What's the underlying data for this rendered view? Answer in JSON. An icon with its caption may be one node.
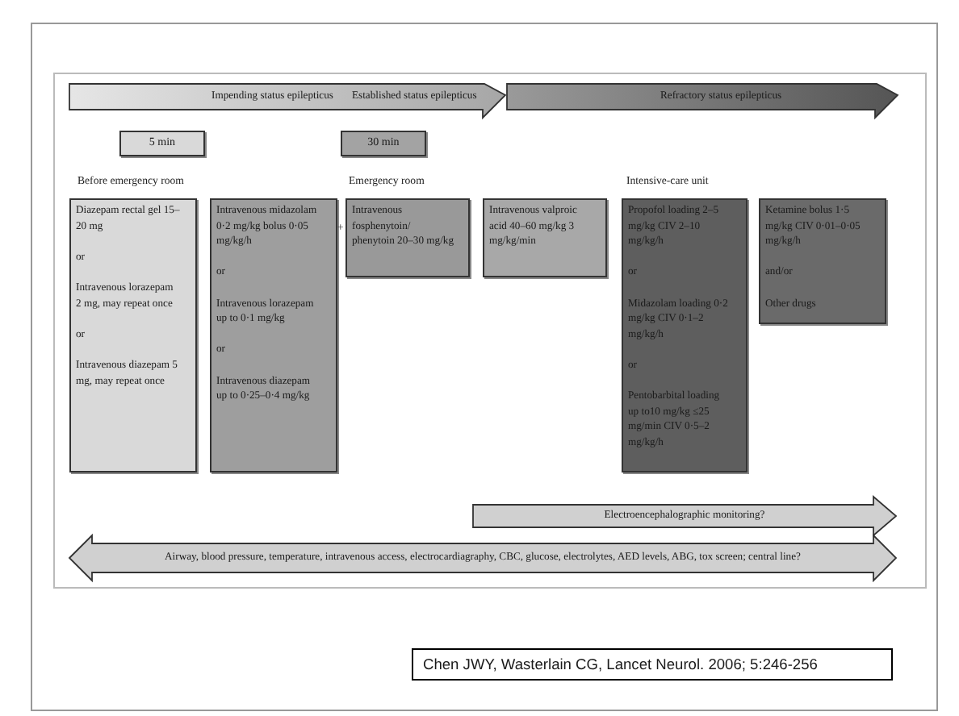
{
  "diagram": {
    "nodes": [
      {
        "text": [
          "Impending status epilepticus",
          "Established status epilepticus"
        ]
      },
      {
        "text": [
          "Refractory status epilepticus"
        ]
      },
      {
        "text": [
          "5 min"
        ]
      },
      {
        "text": [
          "30 min"
        ]
      },
      {
        "text": [
          "Diazepam rectal gel 15–20 mg",
          "or",
          "Intravenous lorazepam 2 mg, may repeat once",
          "or",
          "Intravenous diazepam 5 mg, may repeat once"
        ]
      },
      {
        "text": [
          "Intravenous midazolam 0·2 mg/kg bolus 0·05 mg/kg/h",
          "or",
          "Intravenous lorazepam up to 0·1 mg/kg",
          "or",
          "Intravenous diazepam up to 0·25–0·4 mg/kg"
        ]
      },
      {
        "text": [
          "Intravenous fosphenytoin/ phenytoin 20–30 mg/kg"
        ]
      },
      {
        "text": [
          "Intravenous valproic acid 40–60 mg/kg 3 mg/kg/min"
        ]
      },
      {
        "text": [
          "Propofol loading 2–5 mg/kg CIV 2–10 mg/kg/h",
          "or",
          "Midazolam loading 0·2 mg/kg CIV 0·1–2 mg/kg/h",
          "or",
          "Pentobarbital loading up to10 mg/kg ≤25 mg/min CIV 0·5–2 mg/kg/h"
        ]
      },
      {
        "text": [
          "Ketamine bolus 1·5 mg/kg CIV 0·01–0·05 mg/kg/h",
          "and/or",
          "Other drugs"
        ]
      },
      {
        "text": [
          "Electroencephalographic monitoring?"
        ]
      },
      {
        "text": [
          "Airway, blood pressure, temperature, intravenous access, electrocardiagraphy, CBC, glucose, electrolytes, AED levels, ABG, tox screen; central line?"
        ]
      },
      {
        "text": [
          "Chen JWY, Wasterlain CG, Lancet Neurol. 2006; 5:246-256"
        ]
      }
    ],
    "labels": [
      "Before emergency room",
      "Emergency room",
      "Intensive-care unit",
      "+"
    ]
  }
}
